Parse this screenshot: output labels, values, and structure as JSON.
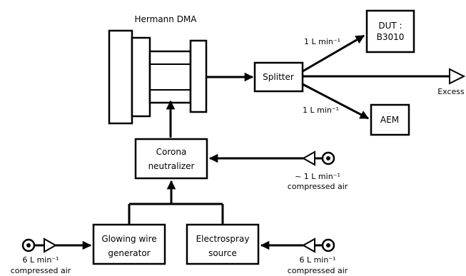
{
  "title": "Hermann DMA",
  "boxes": {
    "splitter": "Splitter",
    "dut_line1": "DUT :",
    "dut_line2": "B3010",
    "aem": "AEM",
    "corona_line1": "Corona",
    "corona_line2": "neutralizer",
    "glowing_line1": "Glowing wire",
    "glowing_line2": "generator",
    "electro_line1": "Electrospray",
    "electro_line2": "source"
  },
  "flows": {
    "to_dut": "1 L min⁻¹",
    "to_aem": "1 L min⁻¹",
    "excess": "Excess",
    "corona_air_rate": "~ 1 L min⁻¹",
    "corona_air_label": "compressed air",
    "left_air_rate": "6 L min⁻¹",
    "left_air_label": "compressed air",
    "right_air_rate": "6 L min⁻¹",
    "right_air_label": "compressed air"
  }
}
